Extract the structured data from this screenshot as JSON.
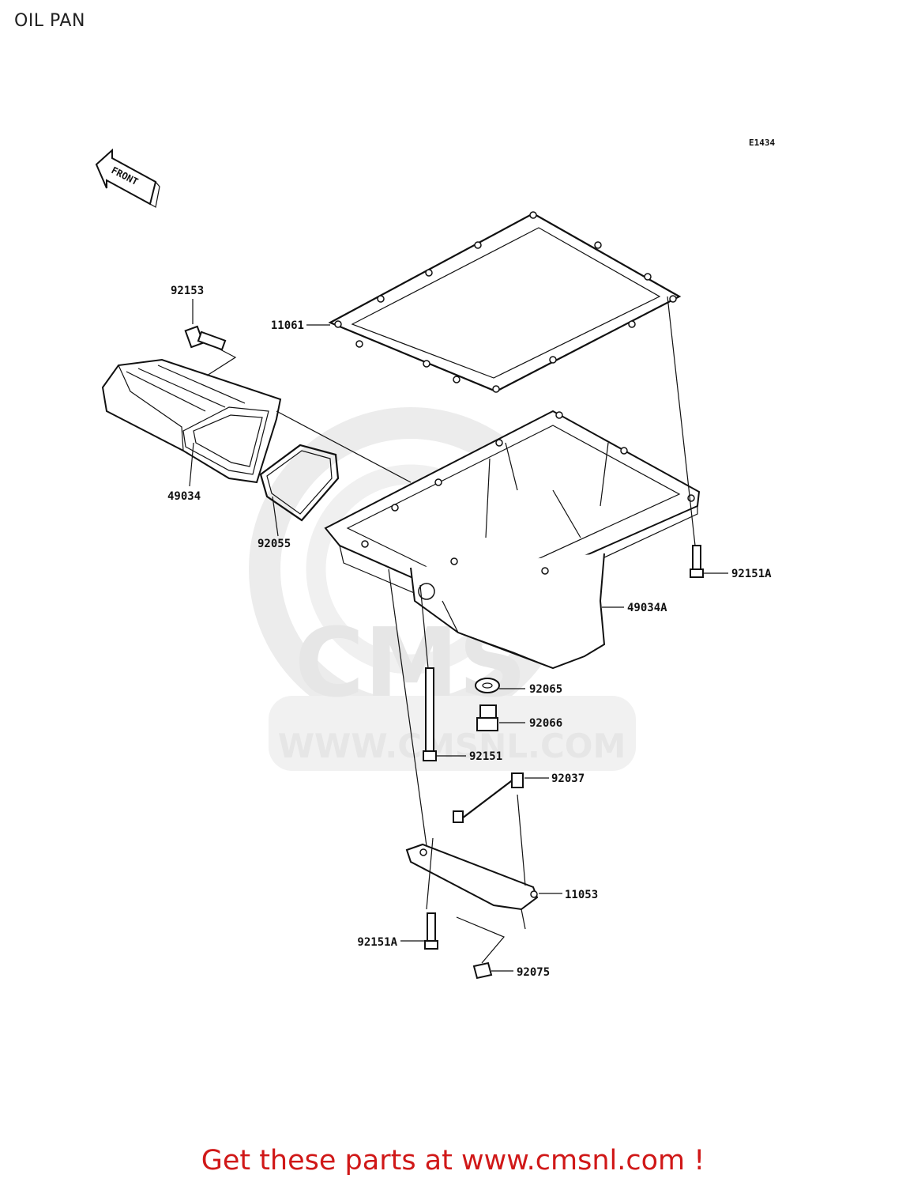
{
  "page": {
    "title": "OIL PAN"
  },
  "diagram": {
    "code": "E1434",
    "orientation_label": "FRONT",
    "watermark": {
      "brand": "CMS",
      "url": "WWW.CMSNL.COM"
    },
    "parts": [
      {
        "id": "11061",
        "label": "11061"
      },
      {
        "id": "92153",
        "label": "92153"
      },
      {
        "id": "49034",
        "label": "49034"
      },
      {
        "id": "92055",
        "label": "92055"
      },
      {
        "id": "92151A_right",
        "label": "92151A"
      },
      {
        "id": "49034A",
        "label": "49034A"
      },
      {
        "id": "92065",
        "label": "92065"
      },
      {
        "id": "92066",
        "label": "92066"
      },
      {
        "id": "92151",
        "label": "92151"
      },
      {
        "id": "92037",
        "label": "92037"
      },
      {
        "id": "11053",
        "label": "11053"
      },
      {
        "id": "92151A_left",
        "label": "92151A"
      },
      {
        "id": "92075",
        "label": "92075"
      }
    ]
  },
  "banner": {
    "text": "Get these parts at www.cmsnl.com !",
    "color": "#d01818"
  }
}
